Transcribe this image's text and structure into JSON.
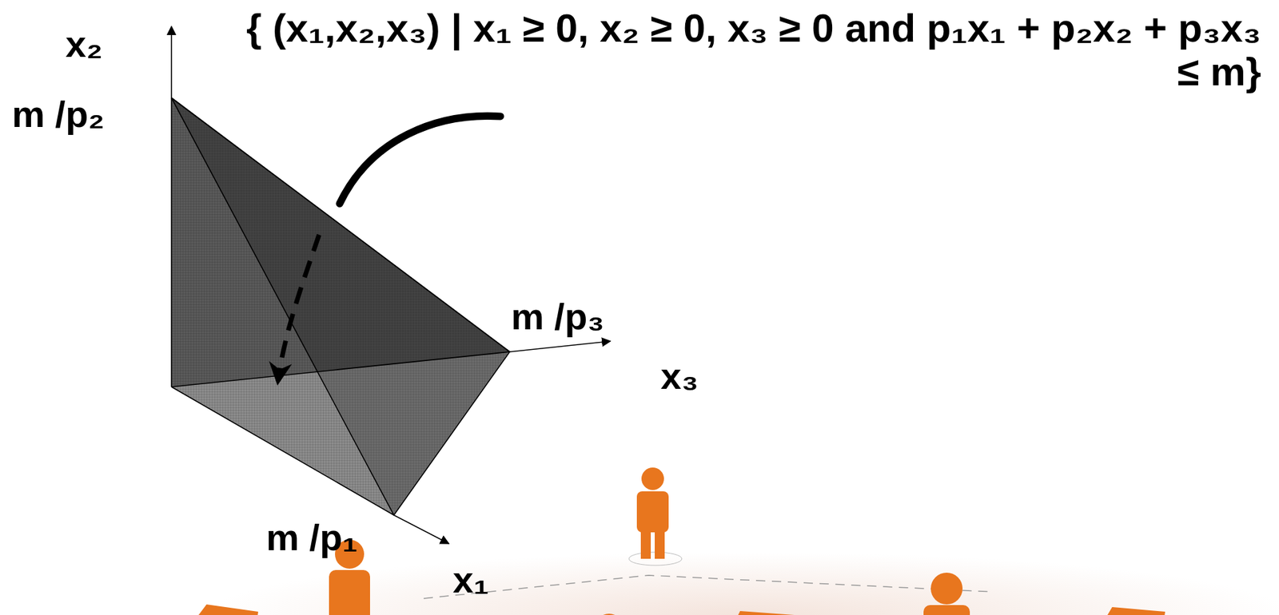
{
  "diagram": {
    "labels": [
      "{ (x₁,x₂,x₃) | x₁ ≥ 0, x₂ ≥ 0, x₃ ≥ 0 and p₁x₁ + p₂x₂ + p₃x₃ ≤ m}",
      "x₂",
      "m /p₂",
      "m /p₃",
      "x₃",
      "m /p₁",
      "x₁"
    ]
  }
}
